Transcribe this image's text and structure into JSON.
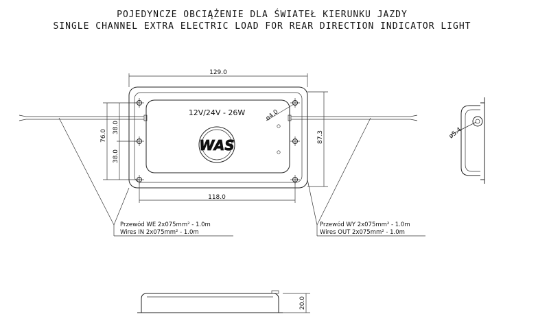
{
  "title": {
    "line_pl": "POJEDYNCZE OBCIĄŻENIE DLA ŚWIATEŁ KIERUNKU JAZDY",
    "line_en": "SINGLE CHANNEL EXTRA ELECTRIC LOAD FOR REAR DIRECTION INDICATOR LIGHT"
  },
  "front_view": {
    "rating_label": "12V/24V - 26W",
    "logo_text": "WAS",
    "dim_overall_width": "129.0",
    "dim_hole_spacing": "118.0",
    "dim_overall_height": "87.3",
    "dim_hole_height": "76.0",
    "dim_upper_half": "38.0",
    "dim_lower_half": "38.0",
    "dim_hole_diameter": "ø4.0"
  },
  "side_view": {
    "dim_hole_diameter": "ø5.4"
  },
  "bottom_view": {
    "dim_height": "20.0"
  },
  "wires_in": {
    "line1": "Przewód WE 2x075mm² - 1.0m",
    "line2": "Wires IN 2x075mm² - 1.0m"
  },
  "wires_out": {
    "line1": "Przewód WY 2x075mm² - 1.0m",
    "line2": "Wires OUT 2x075mm² - 1.0m"
  }
}
